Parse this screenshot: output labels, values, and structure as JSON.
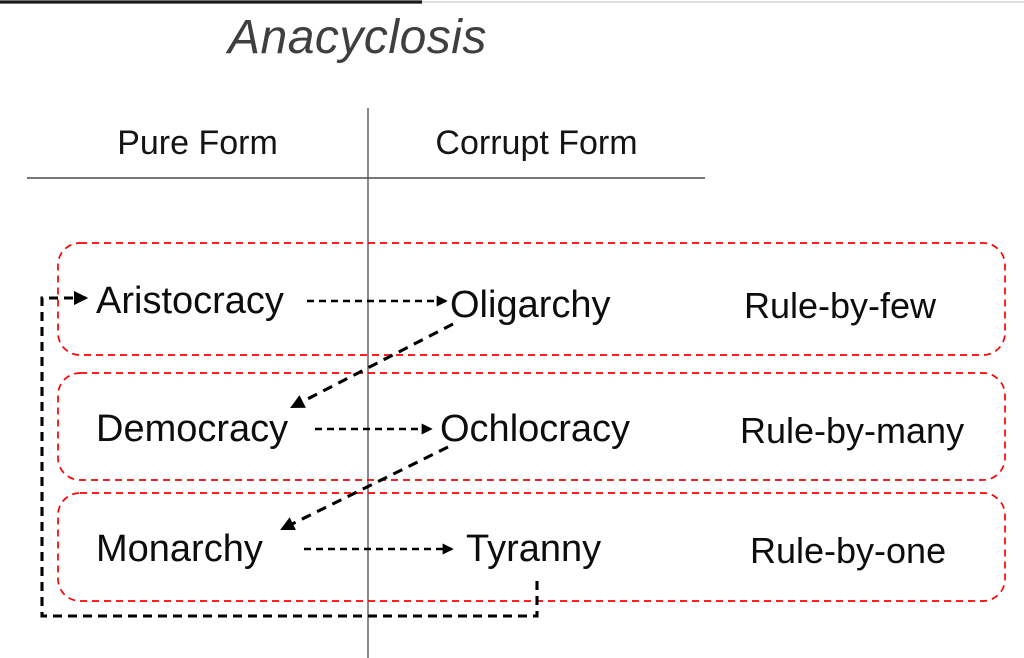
{
  "title": "Anacyclosis",
  "table": {
    "columns": [
      "Pure Form",
      "Corrupt Form"
    ],
    "rows": [
      {
        "pure": "Aristocracy",
        "corrupt": "Oligarchy",
        "rule": "Rule-by-few"
      },
      {
        "pure": "Democracy",
        "corrupt": "Ochlocracy",
        "rule": "Rule-by-many"
      },
      {
        "pure": "Monarchy",
        "corrupt": "Tyranny",
        "rule": "Rule-by-one"
      }
    ]
  },
  "cycle_note": "dashed arrows: Aristocracy→Oligarchy→Democracy→Ochlocracy→Monarchy→Tyranny→back to Aristocracy",
  "colors": {
    "box_border": "#ff0000",
    "arrow": "#000000",
    "title_text": "#3f3f3f",
    "table_lines": "#4a4a4a"
  }
}
